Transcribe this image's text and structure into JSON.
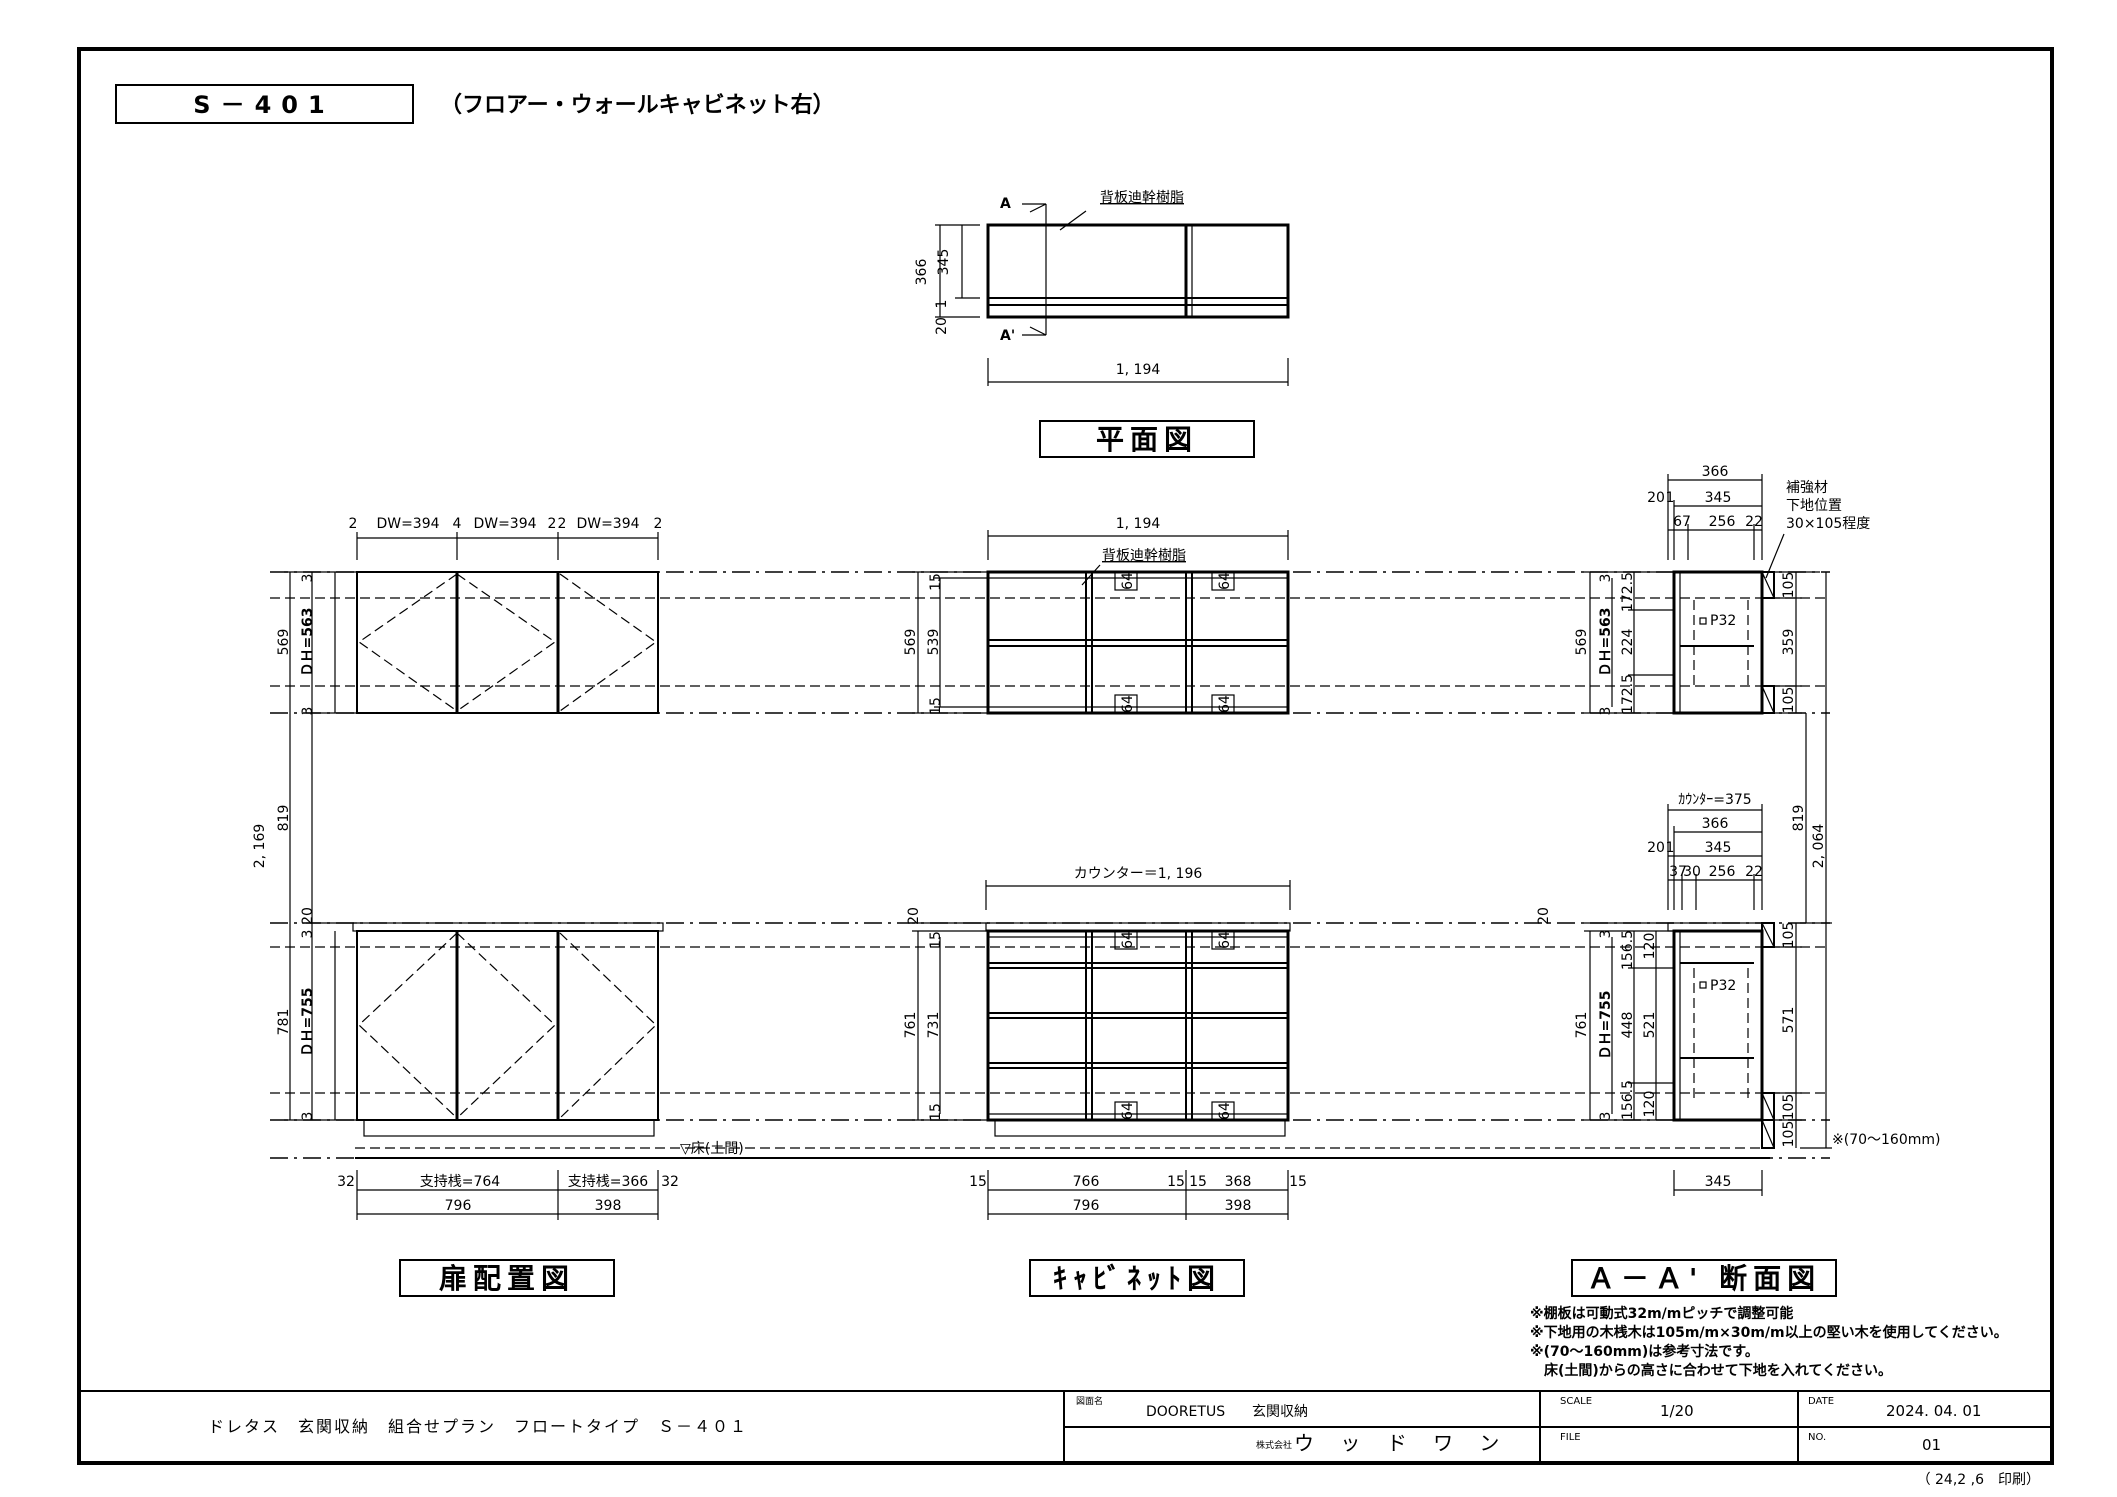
{
  "header": {
    "model": "S－401",
    "subtitle": "（フロアー・ウォールキャビネット右）"
  },
  "plan": {
    "marker_a": "A",
    "marker_a2": "A'",
    "back_note": "背板迪幹樹脂",
    "depth_total": "366",
    "depth_inner": "345",
    "depth_back": "20",
    "depth_front": "1",
    "width": "1, 194",
    "caption": "平面図"
  },
  "door": {
    "dw_gap_left": "2",
    "dw1": "DW=394",
    "dw_gap_mid1": "4",
    "dw2": "DW=394",
    "dw_gap_mid2": "2",
    "dw_gap_mid3": "2",
    "dw3": "DW=394",
    "dw_gap_right": "2",
    "upper_height": "569",
    "upper_dh": "ＤＨ=563",
    "gap_top": "3",
    "gap_bottom": "3",
    "total_height": "2, 169",
    "mid_gap": "819",
    "counter_gap": "20",
    "lower_height": "781",
    "lower_dh": "ＤＨ=755",
    "lower_gap_top": "3",
    "lower_gap_bottom": "3",
    "support_left_edge": "32",
    "support_left": "支持桟=764",
    "support_right": "支持桟=366",
    "support_right_edge": "32",
    "width_left": "796",
    "width_right": "398",
    "floor_label": "▽床(土間)",
    "caption": "扉配置図"
  },
  "cabinet": {
    "top_width": "1, 194",
    "back_note": "背板迪幹樹脂",
    "upper_t1": "15",
    "upper_inner": "539",
    "upper_total": "569",
    "upper_t2": "15",
    "shelf_label": "64",
    "counter_width": "カウンター＝1, 196",
    "counter_gap": "20",
    "lower_t1": "15",
    "lower_inner": "731",
    "lower_total": "761",
    "lower_t2": "15",
    "bottom_edge_left": "15",
    "bottom_w1": "766",
    "bottom_mid1": "15",
    "bottom_mid2": "15",
    "bottom_w2": "368",
    "bottom_edge_right": "15",
    "bottom_total_left": "796",
    "bottom_total_right": "398",
    "caption": "ｷｬﾋﾞﾈｯﾄ図"
  },
  "section": {
    "top_depth": "366",
    "top_back": "20",
    "top_front": "1",
    "top_inner": "345",
    "top_parts_a": "67",
    "top_parts_b": "256",
    "top_parts_c": "22",
    "reinforce_1": "補強材",
    "reinforce_2": "下地位置",
    "reinforce_3": "30×105程度",
    "upper_total": "569",
    "upper_dh": "ＤＨ=563",
    "upper_gap_top": "3",
    "upper_gap_bottom": "3",
    "upper_s1": "172.5",
    "upper_s2": "224",
    "upper_s3": "172.5",
    "pitch": "P32",
    "upper_r1": "105",
    "upper_r2": "359",
    "upper_r3": "105",
    "mid_gap": "819",
    "total_right": "2, 064",
    "counter_depth": "ｶｳﾝﾀｰ=375",
    "lower_depth": "366",
    "lower_back": "20",
    "lower_front": "1",
    "lower_inner": "345",
    "lower_parts_a": "37",
    "lower_parts_b": "30",
    "lower_parts_c": "256",
    "lower_parts_d": "22",
    "counter_gap": "20",
    "lower_total": "761",
    "lower_dh": "ＤＨ=755",
    "lower_gap_top": "3",
    "lower_gap_bottom": "3",
    "lower_s1": "156.5",
    "lower_s2": "448",
    "lower_s3": "156.5",
    "lower_c1": "120",
    "lower_c2": "521",
    "lower_c3": "120",
    "lower_r1": "105",
    "lower_r2": "571",
    "lower_r3": "105",
    "float_gap": "105",
    "float_note": "※(70～160mm)",
    "bottom_depth": "345",
    "caption": "Ａ－Ａ' 断面図"
  },
  "notes": [
    "※棚板は可動式32m/mピッチで調整可能",
    "※下地用の木桟木は105m/m×30m/m以上の堅い木を使用してください。",
    "※(70～160mm)は参考寸法です。",
    "　床(土間)からの高さに合わせて下地を入れてください。"
  ],
  "titleblock": {
    "project": "ドレタス　玄関収納　組合せプラン　フロートタイプ　Ｓ－４０１",
    "name_label": "図面名",
    "name_value": "DOORETUS",
    "name_value2": "玄関収納",
    "company_prefix": "株式会社",
    "company": "ウ ッ ド ワ ン",
    "scale_label": "SCALE",
    "scale_value": "1/20",
    "file_label": "FILE",
    "date_label": "DATE",
    "date_value": "2024. 04. 01",
    "no_label": "NO.",
    "no_value": "01",
    "print_note": "（ 24,2 ,6　印刷）"
  }
}
